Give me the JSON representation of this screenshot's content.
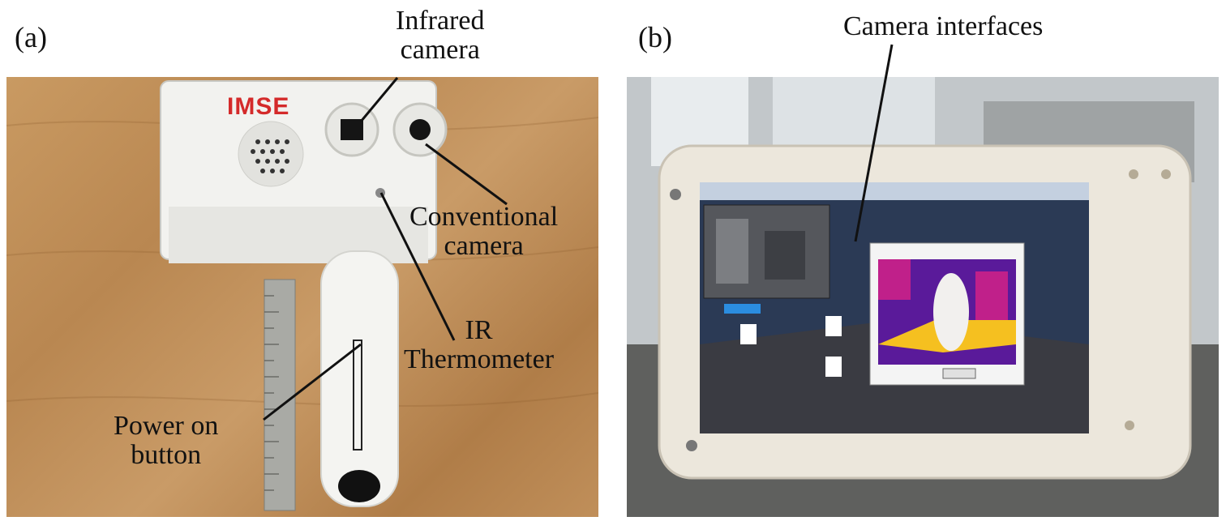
{
  "panels": {
    "a": {
      "panel_label": "(a)",
      "device_logo": "IMSE",
      "callouts": {
        "infrared": "Infrared\ncamera",
        "conventional": "Conventional\ncamera",
        "ir_thermometer": "IR\nThermometer",
        "power": "Power on\nbutton"
      }
    },
    "b": {
      "panel_label": "(b)",
      "callout": "Camera interfaces"
    }
  },
  "colors": {
    "wood": "#c49460",
    "device_white": "#f2f2ef",
    "logo_red": "#d42a2a",
    "thermal_purple": "#5a1a9a",
    "thermal_magenta": "#c0208a",
    "thermal_yellow": "#f5c020"
  }
}
